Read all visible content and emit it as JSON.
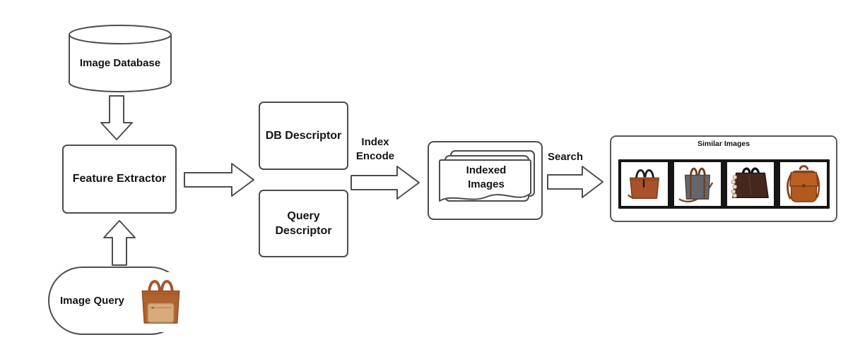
{
  "colors": {
    "stroke": "#4d4d4d",
    "background": "#ffffff",
    "strip_background": "#161616",
    "bag_cognac": "#a8512a",
    "bag_gray_canvas": "#65676c",
    "bag_dark_brown": "#45271e",
    "bag_orange_backpack": "#b25a1e",
    "query_bag_body": "#b2622f",
    "query_bag_pouch": "#d9ab7a"
  },
  "nodes": {
    "image_database": {
      "label": "Image Database",
      "shape": "cylinder"
    },
    "feature_extractor": {
      "label": "Feature Extractor",
      "shape": "rounded-rect"
    },
    "image_query": {
      "label": "Image Query",
      "shape": "stadium"
    },
    "db_descriptor": {
      "label": "DB Descriptor",
      "shape": "rounded-rect"
    },
    "query_descriptor": {
      "label": "Query Descriptor",
      "shape": "rounded-rect"
    },
    "indexed_images": {
      "label": "Indexed Images",
      "shape": "stacked-pages"
    },
    "similar_images": {
      "title": "Similar Images",
      "shape": "panel"
    }
  },
  "edges": {
    "index_encode": {
      "label": "Index Encode"
    },
    "search": {
      "label": "Search"
    }
  },
  "images": {
    "query_bag": "brown-leather-tote-with-front-pouch",
    "results": [
      "cognac-leather-tote-black-handles",
      "gray-canvas-tote-brown-straps",
      "dark-brown-leather-satchel",
      "tan-leather-backpack"
    ]
  }
}
